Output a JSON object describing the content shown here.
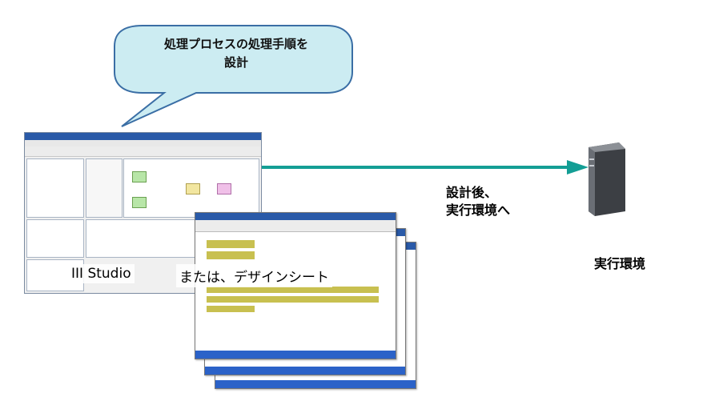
{
  "bubble": {
    "line1": "処理プロセスの処理手順を",
    "line2": "設計"
  },
  "studio": {
    "label": "III Studio"
  },
  "design_sheet": {
    "label": "または、デザインシート"
  },
  "arrow": {
    "line1": "設計後、",
    "line2": "実行環境へ"
  },
  "server": {
    "label": "実行環境"
  },
  "colors": {
    "bubble_fill": "#ccecf2",
    "bubble_stroke": "#3a6ea5",
    "arrow": "#139e95",
    "window_title": "#2a5aa8",
    "sheet_taskbar": "#2b62c8",
    "sheet_highlight": "#c8c050",
    "server_body": "#3c3f44"
  },
  "icons": {
    "server": "server-tower-icon",
    "arrow": "right-arrow-icon"
  }
}
